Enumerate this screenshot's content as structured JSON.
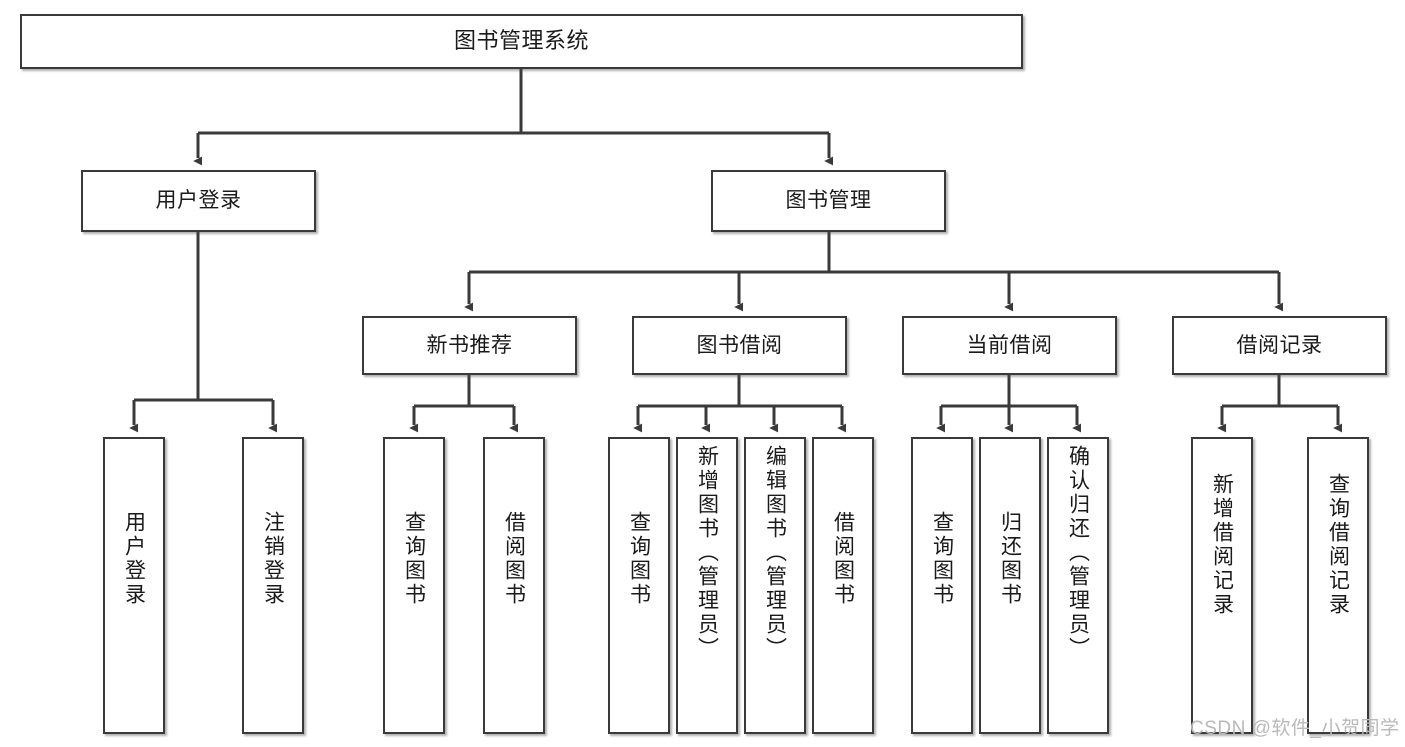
{
  "diagram": {
    "title": "图书管理系统",
    "type": "tree",
    "stroke_color": "#3a3a3a",
    "fill_color": "#ffffff",
    "text_color": "#1a1a1a",
    "levels": {
      "root": {
        "label": "图书管理系统"
      },
      "level2": [
        {
          "label": "用户登录"
        },
        {
          "label": "图书管理"
        }
      ],
      "level3": [
        {
          "label": "新书推荐"
        },
        {
          "label": "图书借阅"
        },
        {
          "label": "当前借阅"
        },
        {
          "label": "借阅记录"
        }
      ],
      "level4": [
        {
          "label": "用户登录",
          "parent": "用户登录"
        },
        {
          "label": "注销登录",
          "parent": "用户登录"
        },
        {
          "label": "查询图书",
          "parent": "新书推荐"
        },
        {
          "label": "借阅图书",
          "parent": "新书推荐"
        },
        {
          "label": "查询图书",
          "parent": "图书借阅"
        },
        {
          "label": "新增图书（管理员）",
          "parent": "图书借阅"
        },
        {
          "label": "编辑图书（管理员）",
          "parent": "图书借阅"
        },
        {
          "label": "借阅图书",
          "parent": "图书借阅"
        },
        {
          "label": "查询图书",
          "parent": "当前借阅"
        },
        {
          "label": "归还图书",
          "parent": "当前借阅"
        },
        {
          "label": "确认归还（管理员）",
          "parent": "当前借阅"
        },
        {
          "label": "新增借阅记录",
          "parent": "借阅记录"
        },
        {
          "label": "查询借阅记录",
          "parent": "借阅记录"
        }
      ]
    }
  },
  "watermark": {
    "text": "CSDN @软件_小贺同学"
  }
}
